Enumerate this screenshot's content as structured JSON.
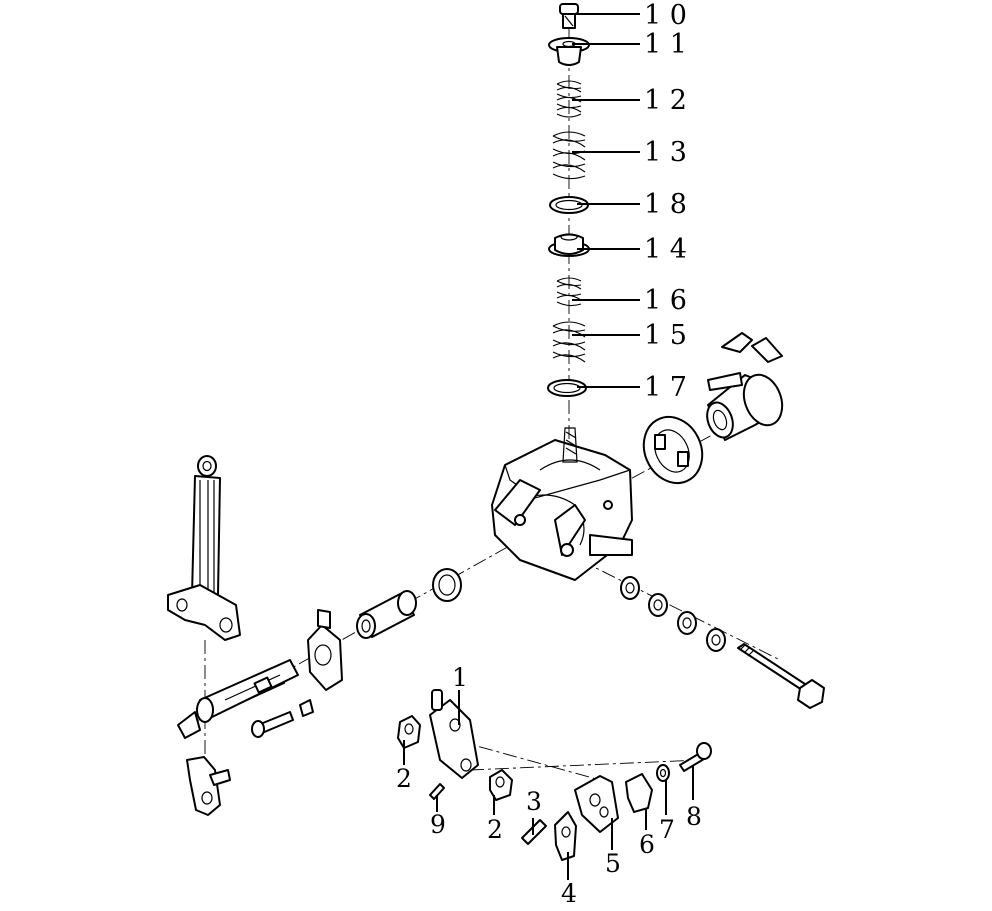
{
  "callouts_top": [
    {
      "id": "10",
      "label": "1 0"
    },
    {
      "id": "11",
      "label": "1 1"
    },
    {
      "id": "12",
      "label": "1 2"
    },
    {
      "id": "13",
      "label": "1 3"
    },
    {
      "id": "18",
      "label": "1 8"
    },
    {
      "id": "14",
      "label": "1 4"
    },
    {
      "id": "16",
      "label": "1 6"
    },
    {
      "id": "15",
      "label": "1 5"
    },
    {
      "id": "17",
      "label": "1 7"
    }
  ],
  "callouts_bottom": [
    {
      "id": "1",
      "label": "1"
    },
    {
      "id": "2a",
      "label": "2"
    },
    {
      "id": "9",
      "label": "9"
    },
    {
      "id": "2b",
      "label": "2"
    },
    {
      "id": "3",
      "label": "3"
    },
    {
      "id": "4",
      "label": "4"
    },
    {
      "id": "5",
      "label": "5"
    },
    {
      "id": "6",
      "label": "6"
    },
    {
      "id": "7",
      "label": "7"
    },
    {
      "id": "8",
      "label": "8"
    }
  ]
}
